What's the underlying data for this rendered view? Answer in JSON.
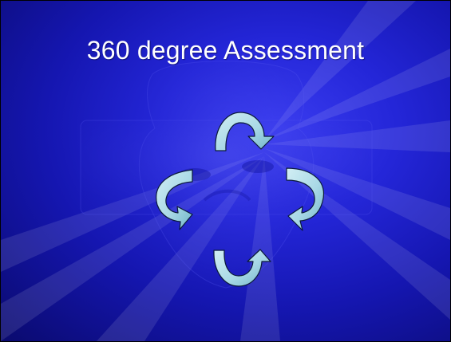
{
  "slide": {
    "title": "360 degree Assessment"
  },
  "diagram": {
    "type": "cycle",
    "arrow_count": 4,
    "arrow_fill": "#a9d9e6",
    "arrow_shade": "#6fb4c8",
    "arrow_stroke": "#0b1a3a",
    "background": "#2224d0",
    "watermark": "face-mask-icon"
  }
}
